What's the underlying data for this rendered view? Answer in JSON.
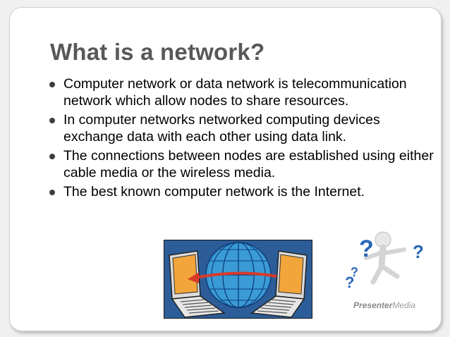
{
  "slide": {
    "title": "What is a network?",
    "bullets": [
      "Computer network or data network is telecommunication network which allow nodes to share resources.",
      "In computer networks networked computing devices exchange data with each other using data link.",
      "The connections between nodes are established using either cable media or the wireless media.",
      "The best known computer network is the Internet."
    ],
    "image": {
      "icon": "network-laptops-globe-icon"
    },
    "clipart": {
      "icon": "question-mark-figure-icon"
    },
    "watermark": {
      "part1": "Presenter",
      "part2": "Media"
    }
  },
  "colors": {
    "title": "#585858",
    "image_background": "#2c5d98",
    "globe": "#3a9bd6",
    "laptop_screen": "#f2a53a",
    "arrow": "#d83a2a",
    "question_mark": "#2a66b8"
  }
}
